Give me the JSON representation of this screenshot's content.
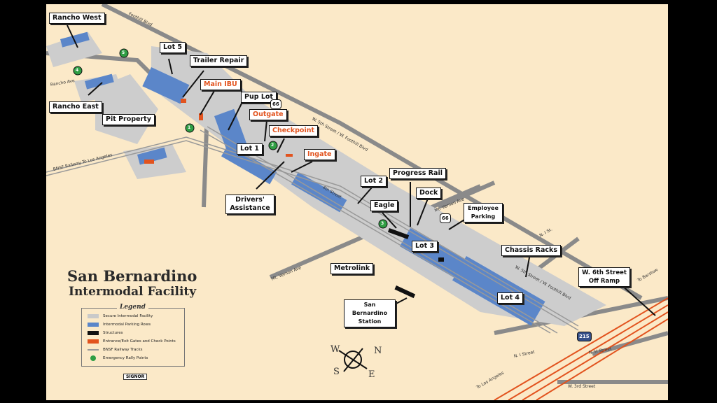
{
  "title": {
    "line1": "San Bernardino",
    "line2": "Intermodal Facility"
  },
  "legend": {
    "heading": "Legend",
    "items": [
      {
        "label": "Secure Intermodal Facility",
        "color": "#c9c9c9"
      },
      {
        "label": "Intermodal Parking Rows",
        "color": "#5b86c9"
      },
      {
        "label": "Structures",
        "color": "#111111"
      },
      {
        "label": "Entrance/Exit Gates and Check Points",
        "color": "#e2531e"
      },
      {
        "label": "BNSF Railway Tracks",
        "color": "#999999"
      },
      {
        "label": "Emergency Rally Points",
        "color": "#2f9e44"
      }
    ]
  },
  "labels": {
    "rancho_west": "Rancho West",
    "lot5": "Lot 5",
    "trailer_repair": "Trailer Repair",
    "main_ibu": "Main IBU",
    "pup_lot": "Pup Lot",
    "outgate": "Outgate",
    "checkpoint": "Checkpoint",
    "rancho_east": "Rancho East",
    "pit_property": "Pit Property",
    "lot1": "Lot 1",
    "ingate": "Ingate",
    "drivers_assistance": "Drivers' Assistance",
    "lot2": "Lot 2",
    "progress_rail": "Progress Rail",
    "dock": "Dock",
    "eagle": "Eagle",
    "employee_parking": "Employee Parking",
    "lot3": "Lot 3",
    "chassis_racks": "Chassis Racks",
    "metrolink": "Metrolink",
    "lot4": "Lot 4",
    "sb_station": "San Bernardino Station",
    "w6th_off_ramp": "W. 6th Street Off Ramp"
  },
  "streets": {
    "foothill": "Foothill Blvd",
    "rancho_ave": "Rancho Ave",
    "bnsf_to_la": "BNSF Railway To Los Angeles",
    "w5th": "W. 5th Street / W. Foothill Blvd",
    "w4th": "4th Street",
    "mt_vernon_n": "Mt. Vernon Ave",
    "mt_vernon_s": "Mt. Vernon Ave",
    "n_i": "N. I St.",
    "to_barstow": "To Barstow",
    "n_i_street": "N. I Street",
    "n_h_street": "N. H Street",
    "w3rd": "W. 3rd Street",
    "to_la": "To Los Angeles"
  },
  "highway_shields": [
    "66",
    "66",
    "215"
  ],
  "rally_points": [
    "1",
    "2",
    "3",
    "4",
    "5"
  ],
  "compass": {
    "n": "N",
    "s": "S",
    "e": "E",
    "w": "W"
  },
  "signor": "SIGNOR"
}
